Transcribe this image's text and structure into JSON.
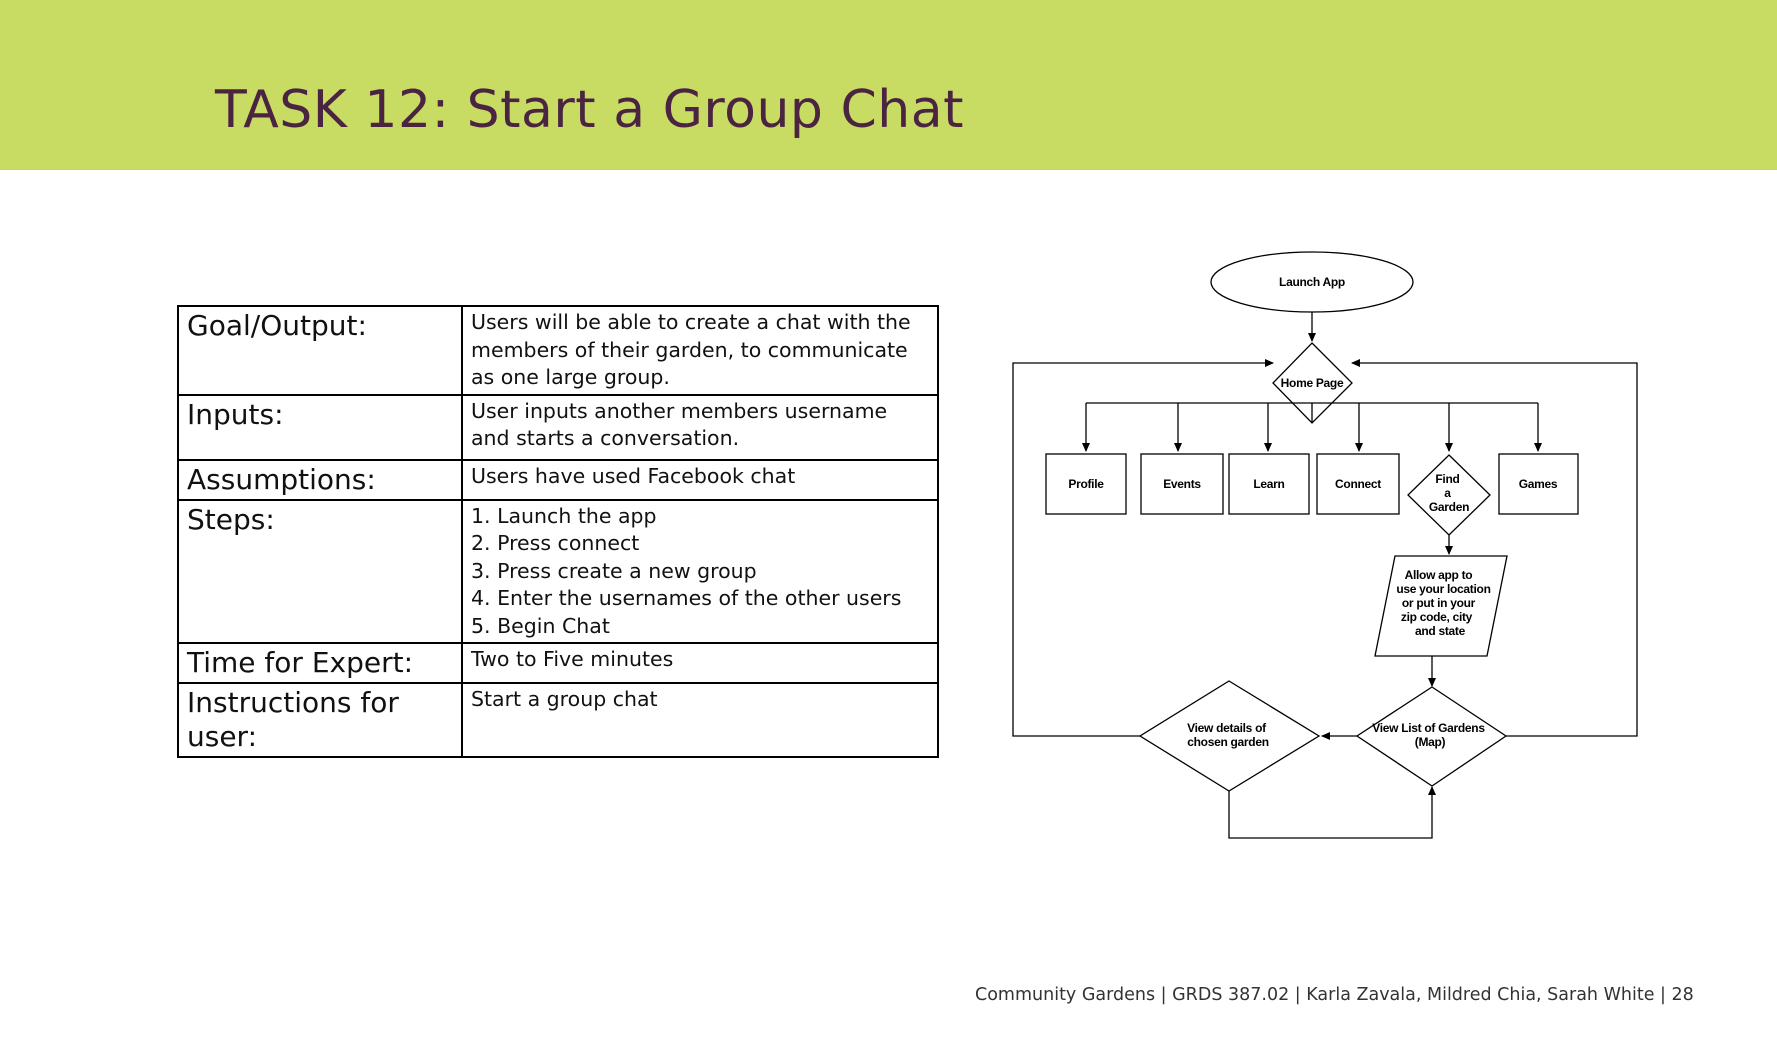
{
  "header": {
    "title": "TASK 12: Start a Group Chat",
    "background_color": "#c8dc64",
    "title_color": "#4a2440"
  },
  "task_table": {
    "rows": [
      {
        "label": "Goal/Output:",
        "value": "Users will be able to create a chat with the members of their garden, to communicate as one large group."
      },
      {
        "label": "Inputs:",
        "value": "User inputs another members username and starts a conversation."
      },
      {
        "label": "Assumptions:",
        "value": "Users have used Facebook chat"
      },
      {
        "label": "Steps:",
        "steps": [
          "1. Launch the app",
          "2. Press connect",
          "3. Press create a new group",
          "4. Enter the usernames of the other users",
          "5. Begin Chat"
        ]
      },
      {
        "label": "Time for Expert:",
        "value": "Two to Five minutes"
      },
      {
        "label": "Instructions for user:",
        "value": "Start a group chat"
      }
    ]
  },
  "flowchart": {
    "launch": "Launch App",
    "home": "Home Page",
    "profile": "Profile",
    "events": "Events",
    "learn": "Learn",
    "connect": "Connect",
    "find_garden": [
      "Find",
      "a",
      "Garden"
    ],
    "games": "Games",
    "allow_location": [
      "Allow app to",
      "use your location",
      "or put in your",
      "zip code, city",
      "and state"
    ],
    "view_list": [
      "View List of Gardens",
      "(Map)"
    ],
    "view_details": [
      "View details of",
      "chosen garden"
    ]
  },
  "footer": {
    "text": "Community Gardens | GRDS 387.02 | Karla Zavala, Mildred Chia, Sarah White  | 28"
  }
}
